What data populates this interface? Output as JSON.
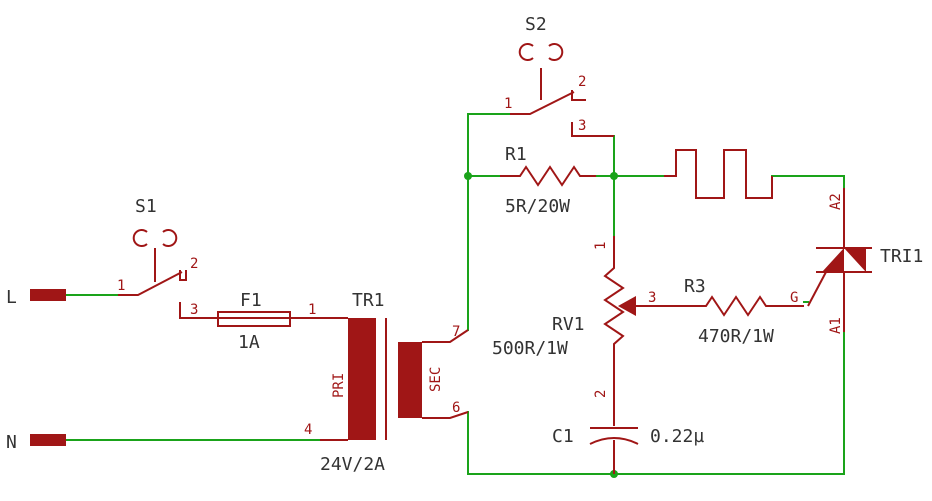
{
  "components": {
    "s1": {
      "ref": "S1",
      "pins": [
        "1",
        "2",
        "3"
      ]
    },
    "s2": {
      "ref": "S2",
      "pins": [
        "1",
        "2",
        "3"
      ]
    },
    "f1": {
      "ref": "F1",
      "value": "1A",
      "pins": [
        "1"
      ]
    },
    "tr1": {
      "ref": "TR1",
      "value": "24V/2A",
      "primary": "PRI",
      "secondary": "SEC",
      "pins": [
        "1",
        "4",
        "7",
        "6"
      ]
    },
    "r1": {
      "ref": "R1",
      "value": "5R/20W"
    },
    "rv1": {
      "ref": "RV1",
      "value": "500R/1W",
      "pins": [
        "1",
        "2",
        "3"
      ]
    },
    "r3": {
      "ref": "R3",
      "value": "470R/1W",
      "pin_g": "G"
    },
    "c1": {
      "ref": "C1",
      "value": "0.22µ"
    },
    "tri1": {
      "ref": "TRI1",
      "pin_a1": "A1",
      "pin_a2": "A2"
    }
  },
  "terminals": {
    "line": "L",
    "neutral": "N"
  },
  "colors": {
    "wire": "#1aa31a",
    "symbol": "#a01616",
    "text": "#333333"
  }
}
